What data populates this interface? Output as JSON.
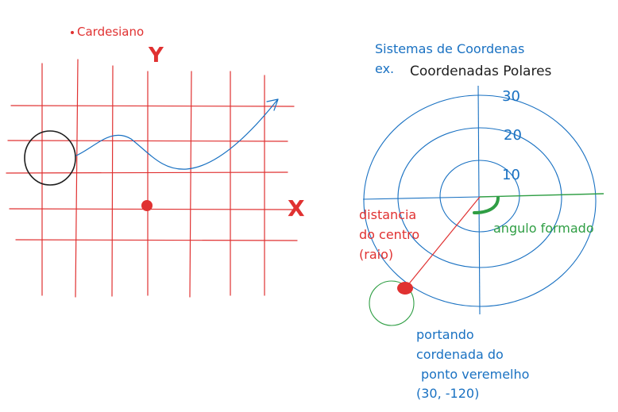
{
  "left_diagram": {
    "title": "Cardesiano",
    "y_label": "Y",
    "x_label": "X"
  },
  "right_diagram": {
    "title": "Sistemas de Coordenas",
    "example_prefix": "ex.",
    "example_name": "Coordenadas Polares",
    "ring_labels": [
      "10",
      "20",
      "30"
    ],
    "radius_note": [
      "distancia",
      "do centro",
      "(raio)"
    ],
    "angle_note": "angulo formado",
    "point_note": [
      "portando",
      "cordenada do",
      "ponto veremelho",
      "(30, -120)"
    ]
  },
  "colors": {
    "red": "#e03131",
    "blue": "#1971c2",
    "green": "#2f9e44",
    "black": "#1e1e1e"
  }
}
